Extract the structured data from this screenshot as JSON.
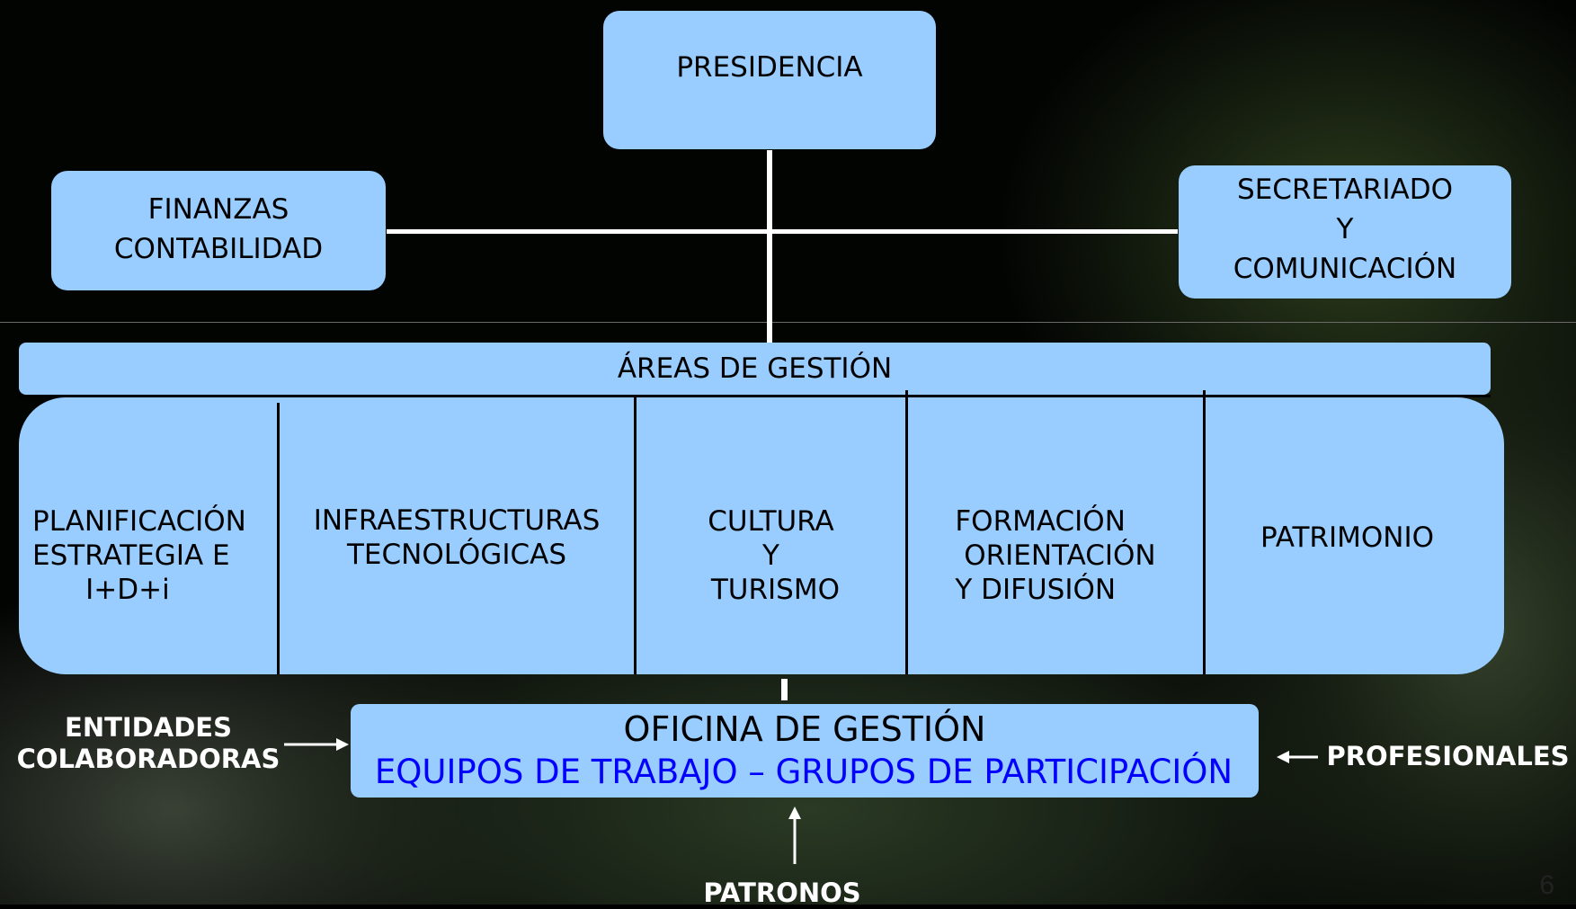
{
  "top": {
    "presidencia": "PRESIDENCIA",
    "finanzas": [
      "FINANZAS",
      "CONTABILIDAD"
    ],
    "secretariado": [
      "SECRETARIADO",
      "Y",
      "COMUNICACIÓN"
    ]
  },
  "areas": {
    "title": "ÁREAS DE GESTIÓN",
    "items": [
      "PLANIFICACIÓN\nESTRATEGIA E\n      I+D+i",
      "INFRAESTRUCTURAS\nTECNOLÓGICAS",
      "CULTURA\nY\n TURISMO",
      "FORMACIÓN\n ORIENTACIÓN\nY DIFUSIÓN",
      "PATRIMONIO"
    ]
  },
  "oficina": {
    "title": "OFICINA DE GESTIÓN",
    "subtitle": "EQUIPOS DE TRABAJO – GRUPOS DE PARTICIPACIÓN",
    "subtitle_color": "#0000ff"
  },
  "inputs": {
    "left": [
      "ENTIDADES",
      "COLABORADORAS"
    ],
    "right": "PROFESIONALES",
    "bottom": "PATRONOS"
  },
  "page_number": "6",
  "colors": {
    "box_fill": "#99ccff",
    "connector": "#ffffff",
    "label": "#ffffff"
  }
}
